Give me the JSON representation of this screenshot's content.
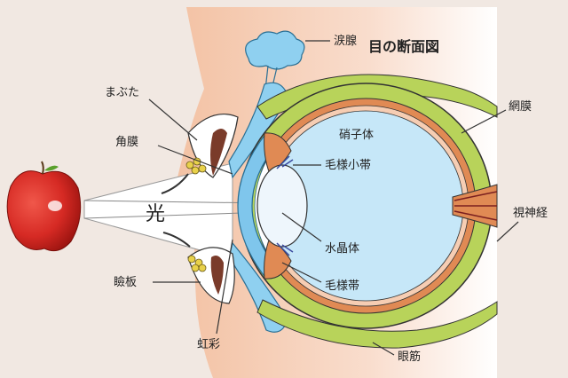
{
  "title": "目の断面図",
  "light_label": "光",
  "labels": {
    "lacrimal_gland": "涙腺",
    "eyelid": "まぶた",
    "cornea": "角膜",
    "vitreous": "硝子体",
    "retina": "網膜",
    "ciliary_zonule": "毛様小帯",
    "lens": "水晶体",
    "optic_nerve": "視神経",
    "tarsal_plate": "瞼板",
    "ciliary_body": "毛様帯",
    "iris": "虹彩",
    "eye_muscle": "眼筋"
  },
  "colors": {
    "background": "#f1e8e2",
    "skin": "#f6cdb3",
    "vitreous": "#c6e7f8",
    "sclera_band": "#b8d35a",
    "choroid": "#e08a54",
    "cornea_blue": "#7fc6ec",
    "apple": "#d62a24"
  }
}
